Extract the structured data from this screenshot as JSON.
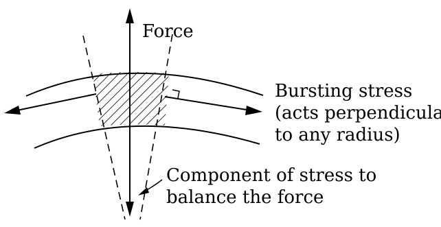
{
  "labels": {
    "force": "Force",
    "bursting_stress": [
      "Bursting stress",
      "(acts perpendicular",
      "to any radius)"
    ],
    "component": [
      "Component of stress to",
      "balance the force"
    ]
  },
  "colors": {
    "ink": "#000000",
    "background": "#ffffff"
  }
}
